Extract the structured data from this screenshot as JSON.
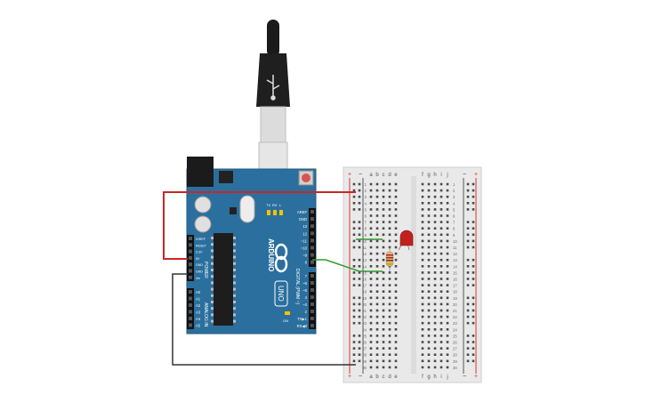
{
  "arduino": {
    "brand": "ARDUINO",
    "model": "UNO",
    "power_header_title": "POWER",
    "analog_header_title": "ANALOG IN",
    "digital_header_title": "DIGITAL (PWM ~)",
    "led_labels": [
      "TX",
      "RX",
      "L"
    ],
    "on_label": "ON",
    "reset_label": "RESET",
    "power_pins": [
      "IOREF",
      "RESET",
      "3.3V",
      "5V",
      "GND",
      "GND",
      "Vin"
    ],
    "analog_pins": [
      "A0",
      "A1",
      "A2",
      "A3",
      "A4",
      "A5"
    ],
    "digital_top_pins": [
      "AREF",
      "GND",
      "13",
      "12",
      "~11",
      "~10",
      "~9",
      "8"
    ],
    "digital_bottom_pins": [
      "7",
      "~6",
      "~5",
      "4",
      "~3",
      "2",
      "TX▶1",
      "RX◀0"
    ]
  },
  "breadboard": {
    "columns_left": [
      "a",
      "b",
      "c",
      "d",
      "e"
    ],
    "columns_right": [
      "f",
      "g",
      "h",
      "i",
      "j"
    ],
    "plus": "+",
    "minus": "−",
    "rows": 30
  },
  "colors": {
    "board": "#2b6f9e",
    "board_dark": "#1f5a83",
    "breadboard": "#e9e9e9",
    "wire_red": "#c62828",
    "wire_green": "#2e9b2e",
    "wire_black": "#333333",
    "led": "#c21f1f"
  }
}
